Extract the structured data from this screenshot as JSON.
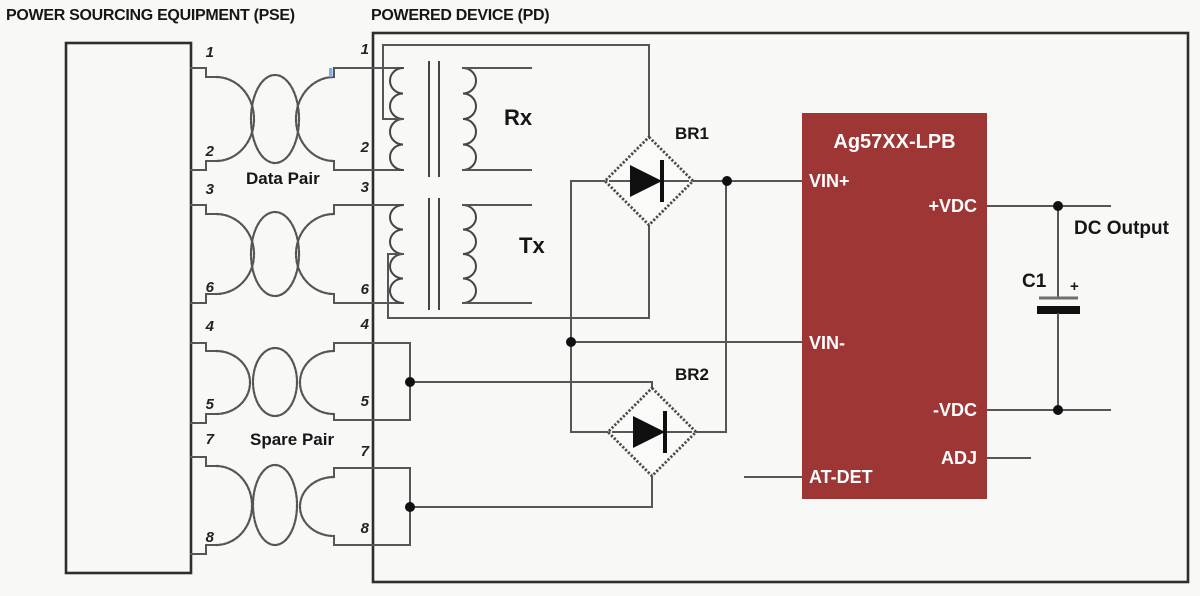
{
  "titles": {
    "pse": "POWER SOURCING EQUIPMENT (PSE)",
    "pd": "POWERED DEVICE (PD)"
  },
  "labels": {
    "data_pair": "Data Pair",
    "spare_pair": "Spare Pair",
    "rx": "Rx",
    "tx": "Tx",
    "br1": "BR1",
    "br2": "BR2",
    "c1": "C1",
    "dc_output": "DC Output",
    "cap_plus": "+"
  },
  "chip": {
    "title": "Ag57XX-LPB",
    "color": "#9d3634",
    "text_color": "#ffffff",
    "pins_left": [
      "VIN+",
      "VIN-",
      "AT-DET"
    ],
    "pins_right": [
      "+VDC",
      "-VDC",
      "ADJ"
    ]
  },
  "pins": {
    "pse": [
      "1",
      "2",
      "3",
      "6",
      "4",
      "5",
      "7",
      "8"
    ],
    "pd": [
      "1",
      "2",
      "3",
      "6",
      "4",
      "5",
      "7",
      "8"
    ]
  },
  "colors": {
    "background": "#f8f8f7",
    "wire": "#565656",
    "outline": "#2e2e2e",
    "artifact_tick": "#85aee6"
  }
}
